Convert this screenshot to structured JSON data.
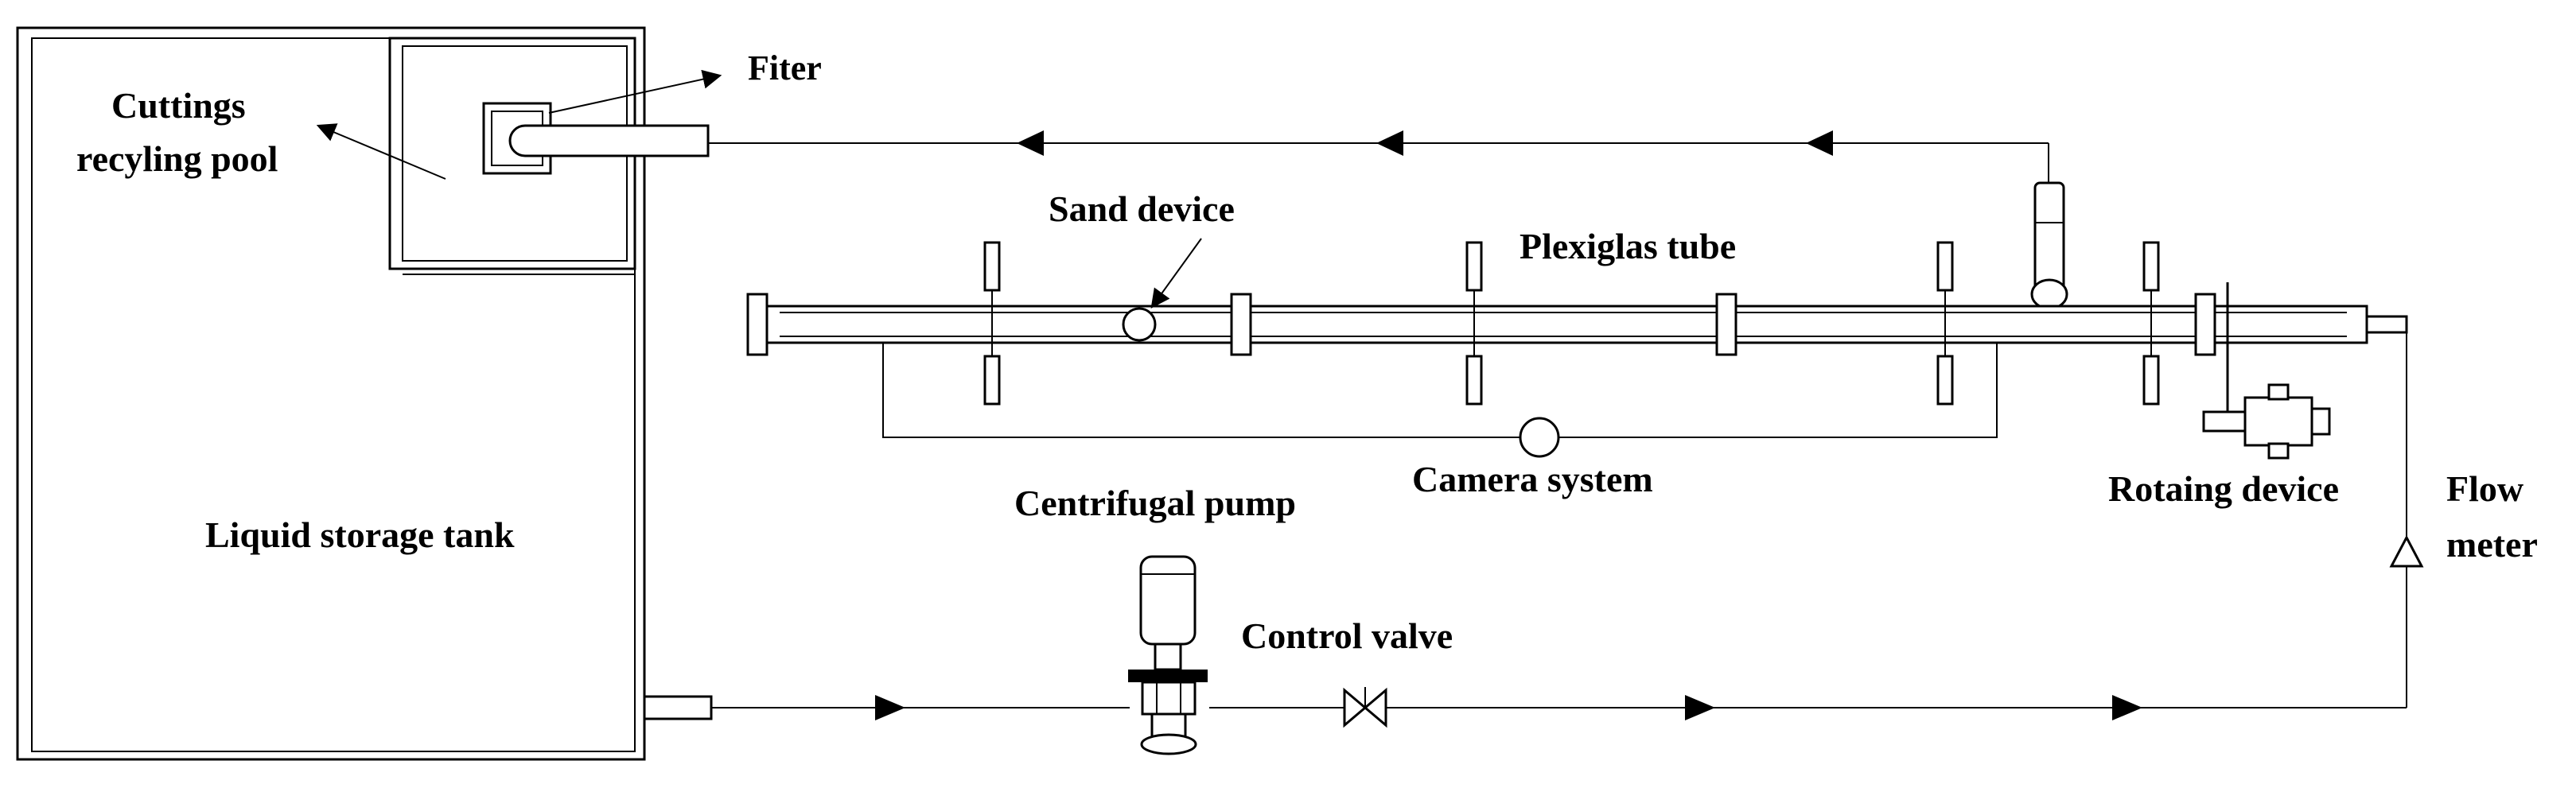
{
  "labels": {
    "filter": "Fiter",
    "cuttings_line1": "Cuttings",
    "cuttings_line2": "recyling pool",
    "sand_device": "Sand device",
    "plexiglas_tube": "Plexiglas tube",
    "camera_system": "Camera system",
    "rotating_device": "Rotaing device",
    "flow_meter_line1": "Flow",
    "flow_meter_line2": "meter",
    "liquid_storage_tank": "Liquid storage tank",
    "centrifugal_pump": "Centrifugal pump",
    "control_valve": "Control valve"
  }
}
